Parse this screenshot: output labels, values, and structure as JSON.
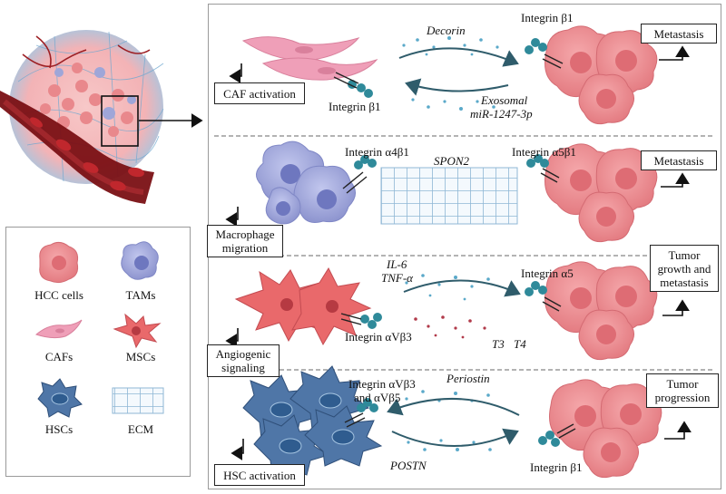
{
  "legend": {
    "items": [
      {
        "label": "HCC cells"
      },
      {
        "label": "TAMs"
      },
      {
        "label": "CAFs"
      },
      {
        "label": "MSCs"
      },
      {
        "label": "HSCs"
      },
      {
        "label": "ECM"
      }
    ]
  },
  "rows": [
    {
      "effect_box": "CAF activation",
      "cell_receptor": "Integrin β1",
      "tumor_receptor": "Integrin β1",
      "signal_top": "Decorin",
      "signal_bottom_1": "Exosomal",
      "signal_bottom_2": "miR-1247-3p",
      "outcome": "Metastasis"
    },
    {
      "effect_box_1": "Macrophage",
      "effect_box_2": "migration",
      "cell_receptor": "Integrin α4β1",
      "tumor_receptor": "Integrin α5β1",
      "signal_top": "SPON2",
      "outcome": "Metastasis"
    },
    {
      "effect_box_1": "Angiogenic",
      "effect_box_2": "signaling",
      "cell_receptor": "Integrin αVβ3",
      "tumor_receptor": "Integrin α5",
      "signal_top_1": "IL-6",
      "signal_top_2": "TNF-α",
      "signal_bottom_1": "T3",
      "signal_bottom_2": "T4",
      "outcome_1": "Tumor",
      "outcome_2": "growth and",
      "outcome_3": "metastasis"
    },
    {
      "effect_box": "HSC activation",
      "cell_receptor_1": "Integrin αVβ3",
      "cell_receptor_2": "and αVβ5",
      "tumor_receptor": "Integrin β1",
      "signal_top": "Periostin",
      "signal_bottom": "POSTN",
      "outcome_1": "Tumor",
      "outcome_2": "progression"
    }
  ],
  "colors": {
    "hcc": "#e9888c",
    "hcc_dark": "#c95a61",
    "tam": "#9fa6d8",
    "caf": "#ef9fb8",
    "msc": "#e9696b",
    "hsc": "#4f76a7",
    "ecm": "#8fb7d5",
    "integrin": "#2f8a9a",
    "arrow": "#2f5c6b"
  }
}
